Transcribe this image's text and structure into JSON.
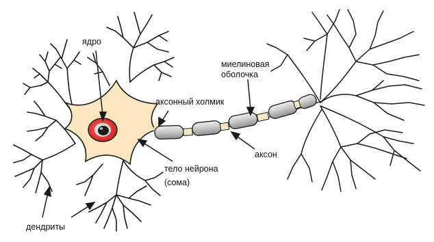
{
  "labels": {
    "nucleus": "ядро",
    "myelin_line1": "миелиновая",
    "myelin_line2": "оболочка",
    "axon_hillock": "аксонный холмик",
    "axon": "аксон",
    "soma_line1": "тело нейрона",
    "soma_line2": "(сома)",
    "dendrites": "дендриты"
  },
  "colors": {
    "soma_fill": "#fbe6bf",
    "outline": "#1a1a1a",
    "nucleus_outer": "#d9272b",
    "nucleus_inner": "#1b1b1b",
    "myelin_fill": "#c9c9c9",
    "node_fill": "#f6e8c4"
  }
}
